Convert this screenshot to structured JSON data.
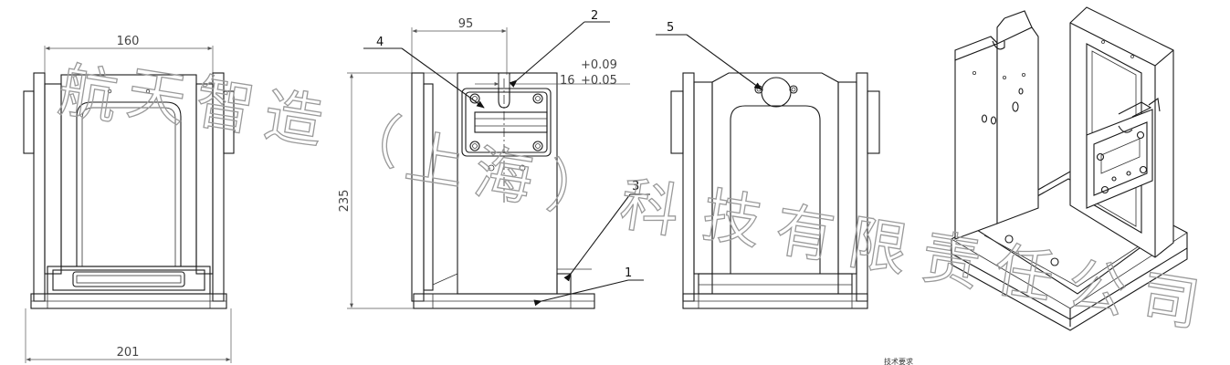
{
  "dimensions": {
    "width_top": "160",
    "width_bottom": "201",
    "height": "235",
    "offset": "95",
    "slot_width": "16",
    "tol_upper": "+0.09",
    "tol_lower": "+0.05"
  },
  "balloons": [
    "1",
    "2",
    "3",
    "4",
    "5"
  ],
  "watermark": [
    "航",
    "天",
    "智",
    "造",
    "（",
    "上",
    "海",
    "）",
    "科",
    "技",
    "有",
    "限",
    "责",
    "任",
    "公",
    "司"
  ],
  "footer_text": "技术要求"
}
